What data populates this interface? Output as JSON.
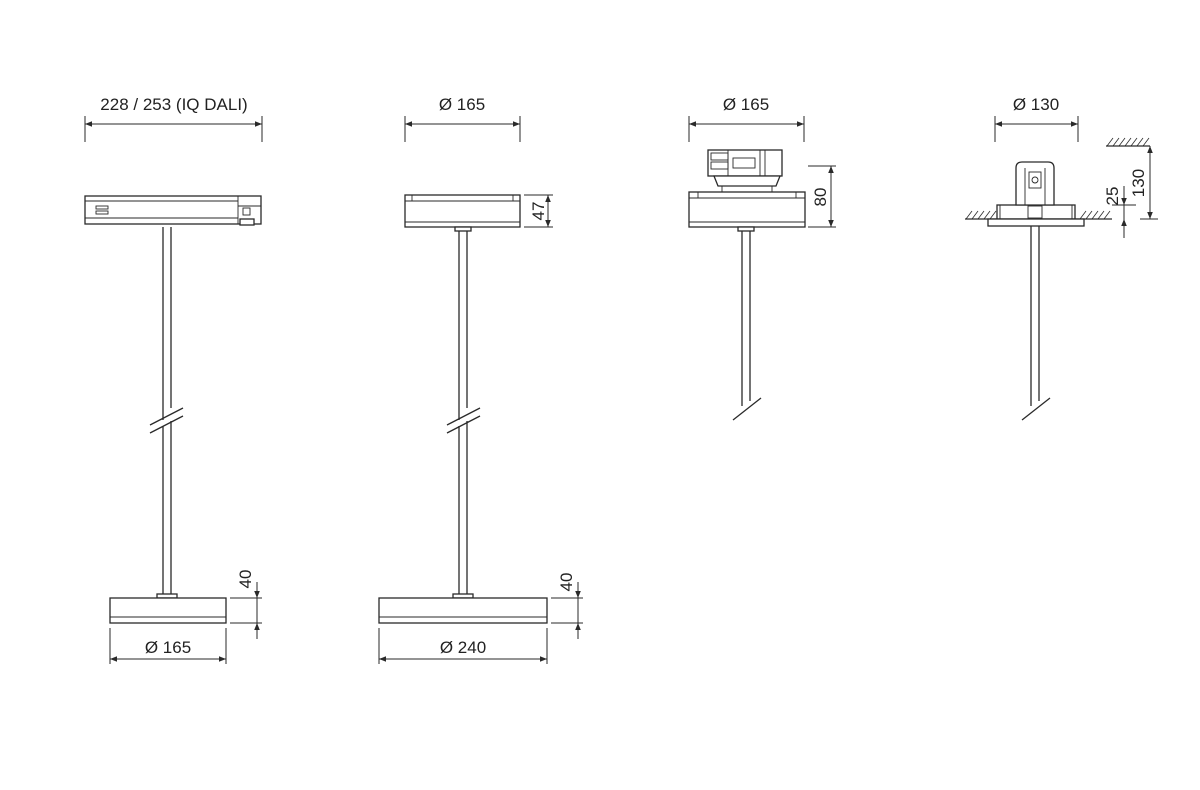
{
  "views": [
    {
      "id": "view-1",
      "top_label": "228 / 253 (IQ DALI)",
      "bottom_label": "Ø 165",
      "height_label": "40"
    },
    {
      "id": "view-2",
      "top_label": "Ø 165",
      "bottom_label": "Ø 240",
      "side_label": "47",
      "height_label": "40"
    },
    {
      "id": "view-3",
      "top_label": "Ø 165",
      "side_label": "80"
    },
    {
      "id": "view-4",
      "top_label": "Ø 130",
      "inner_label": "25",
      "outer_label": "130"
    }
  ],
  "colors": {
    "line": "#2a2a2a",
    "text": "#222222",
    "background": "#ffffff"
  }
}
